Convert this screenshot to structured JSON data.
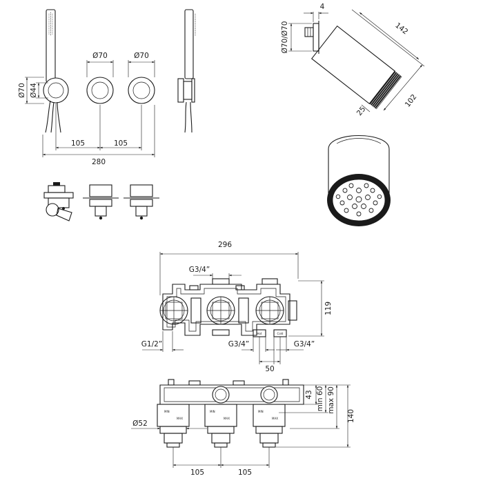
{
  "colors": {
    "line": "#1a1a1a",
    "background": "#ffffff"
  },
  "dims": {
    "front_dia_left": "Ø70",
    "front_dia_right": "Ø70",
    "hand_dia": "Ø70",
    "hand_holder": "Ø44",
    "spacing_a": "105",
    "spacing_b": "105",
    "overall_width": "280",
    "shower_gap": "4",
    "shower_body": "Ø70/Ø70",
    "shower_length": "142",
    "shower_arm": "102",
    "shower_ring": "25",
    "box_width": "296",
    "box_height": "119",
    "inlet_top": "G3/4”",
    "inlet_side": "G1/2”",
    "outlet_hot": "G3/4”",
    "outlet_cold": "G3/4”",
    "hot_cold_spacing": "50",
    "depth_43": "43",
    "depth_min": "min 60",
    "depth_max": "max 90",
    "depth_total": "140",
    "cartridge_dia": "Ø52",
    "bottom_spacing_a": "105",
    "bottom_spacing_b": "105"
  },
  "markings": {
    "hot": "Hot",
    "cold": "Cold",
    "min": "MIN",
    "max": "MAX"
  }
}
